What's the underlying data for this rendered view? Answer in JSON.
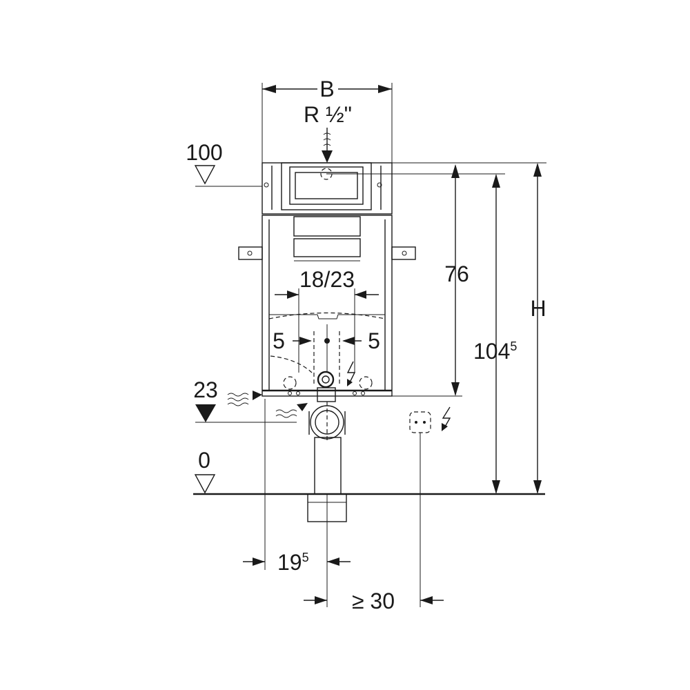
{
  "labels": {
    "width": "B",
    "supply_thread": "R ½\"",
    "level_top": "100",
    "level_inlet": "23",
    "level_floor": "0",
    "spacing": "18/23",
    "offset_left": "5",
    "offset_right": "5",
    "height_76": "76",
    "height_104_base": "104",
    "height_104_sup": "5",
    "height_total": "H",
    "offset_19_base": "19",
    "offset_19_sup": "5",
    "min_distance": "≥ 30"
  }
}
